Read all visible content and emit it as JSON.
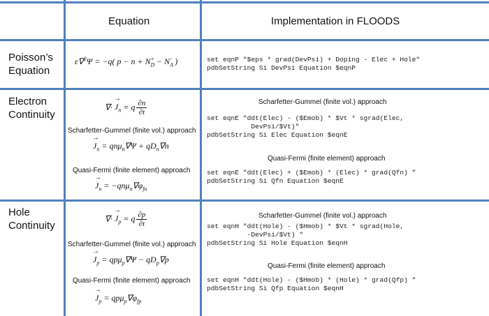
{
  "header": {
    "equation": "Equation",
    "implementation": "Implementation in FLOODS"
  },
  "rows": {
    "poisson": {
      "label_line1": "Poisson’s",
      "label_line2": "Equation",
      "equation": "εNabla²Ψ = −q(p − n + N_D⁺ − N_A⁻)",
      "code_line1": "set eqnP \"$eps * grad(DevPsi) + Doping - Elec + Hole\"",
      "code_line2": "pdbSetString Si DevPsi Equation $eqnP"
    },
    "electron": {
      "label_line1": "Electron",
      "label_line2": "Continuity",
      "sg_caption_left": "Scharfetter-Gummel (finite vol.) approach",
      "qf_caption_left": "Quasi-Fermi (finite element) approach",
      "sg_caption_right": "Scharfetter-Gummel (finite vol.) approach",
      "qf_caption_right": "Quasi-Fermi (finite element) approach",
      "sg_code_line1": "set eqnE \"ddt(Elec) - ($Emob) * $Vt * sgrad(Elec,",
      "sg_code_line2": "           DevPsi/$Vt)\"",
      "sg_code_line3": "pdbSetString Si Elec Equation $eqnE",
      "qf_code_line1": "set eqnE \"ddt(Elec) + ($Emob) * (Elec) * grad(Qfn) ”",
      "qf_code_line2": "pdbSetString Si Qfn Equation $eqnE"
    },
    "hole": {
      "label_line1": "Hole",
      "label_line2": "Continuity",
      "sg_caption_left": "Scharfetter-Gummel (finite vol.) approach",
      "qf_caption_left": "Quasi-Fermi (finite element) approach",
      "sg_caption_right": "Scharfetter-Gummel (finite vol.) approach",
      "qf_caption_right": "Quasi-Fermi (finite element) approach",
      "sg_code_line1": "set eqnH \"ddt(Hole) - ($Hmob) * $Vt * sgrad(Hole,",
      "sg_code_line2": "          -DevPsi/$Vt) \"",
      "sg_code_line3": "pdbSetString Si Hole Equation $eqnH",
      "qf_code_line1": "set eqnH \"ddt(Hole) - ($Hmob) * (Hole) * grad(Qfp) \"",
      "qf_code_line2": "pdbSetString Si Qfp Equation $eqnH"
    }
  }
}
